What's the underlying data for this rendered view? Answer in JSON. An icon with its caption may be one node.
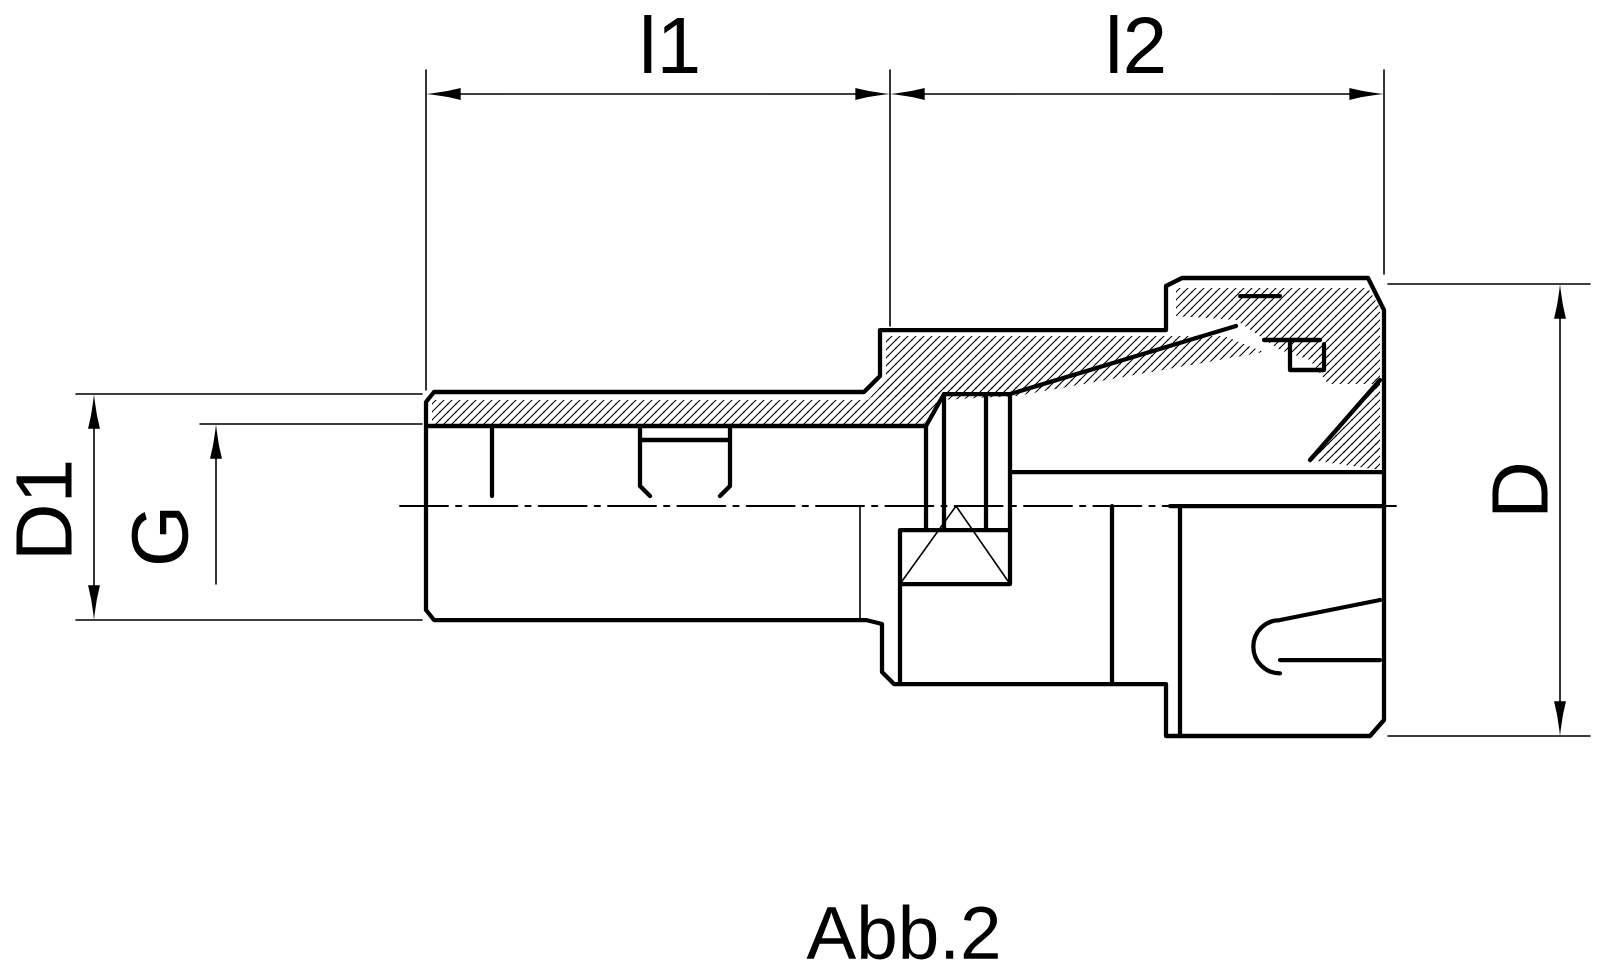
{
  "diagram": {
    "caption": "Abb.2",
    "labels": [
      "l1",
      "l2",
      "D1",
      "G",
      "D"
    ]
  }
}
